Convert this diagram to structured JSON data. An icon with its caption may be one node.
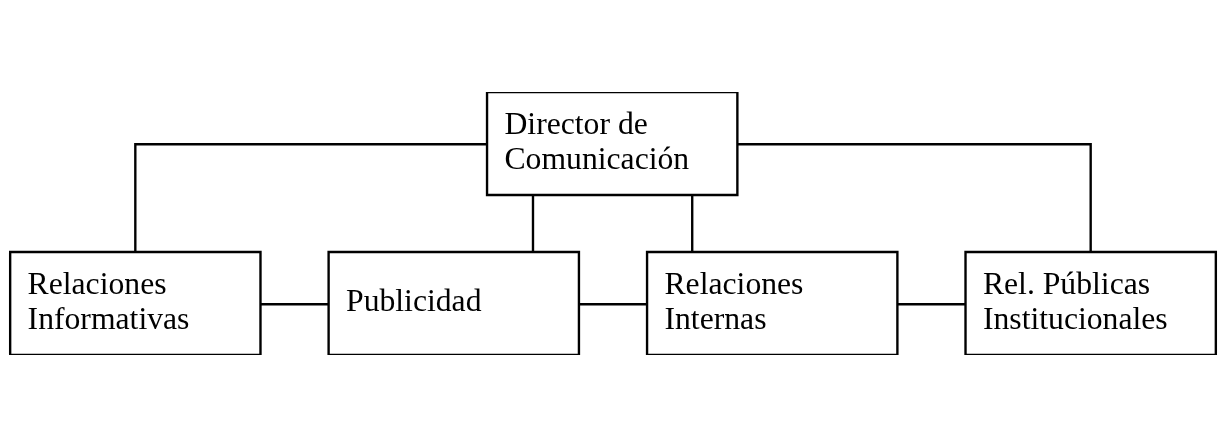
{
  "diagram": {
    "nodes": [
      {
        "text": [
          "Director de Comunicación"
        ]
      },
      {
        "text": [
          "Relaciones Informativas"
        ]
      },
      {
        "text": [
          "Publicidad"
        ]
      },
      {
        "text": [
          "Relaciones Internas"
        ]
      },
      {
        "text": [
          "Rel. Públicas Institucionales"
        ]
      }
    ],
    "edges": [
      {
        "from": 0,
        "to": 1,
        "arrow": "none"
      },
      {
        "from": 0,
        "to": 2,
        "arrow": "none"
      },
      {
        "from": 0,
        "to": 3,
        "arrow": "none"
      },
      {
        "from": 0,
        "to": 4,
        "arrow": "none"
      },
      {
        "from": 1,
        "to": 2,
        "arrow": "none"
      },
      {
        "from": 2,
        "to": 3,
        "arrow": "none"
      },
      {
        "from": 3,
        "to": 4,
        "arrow": "none"
      }
    ]
  }
}
